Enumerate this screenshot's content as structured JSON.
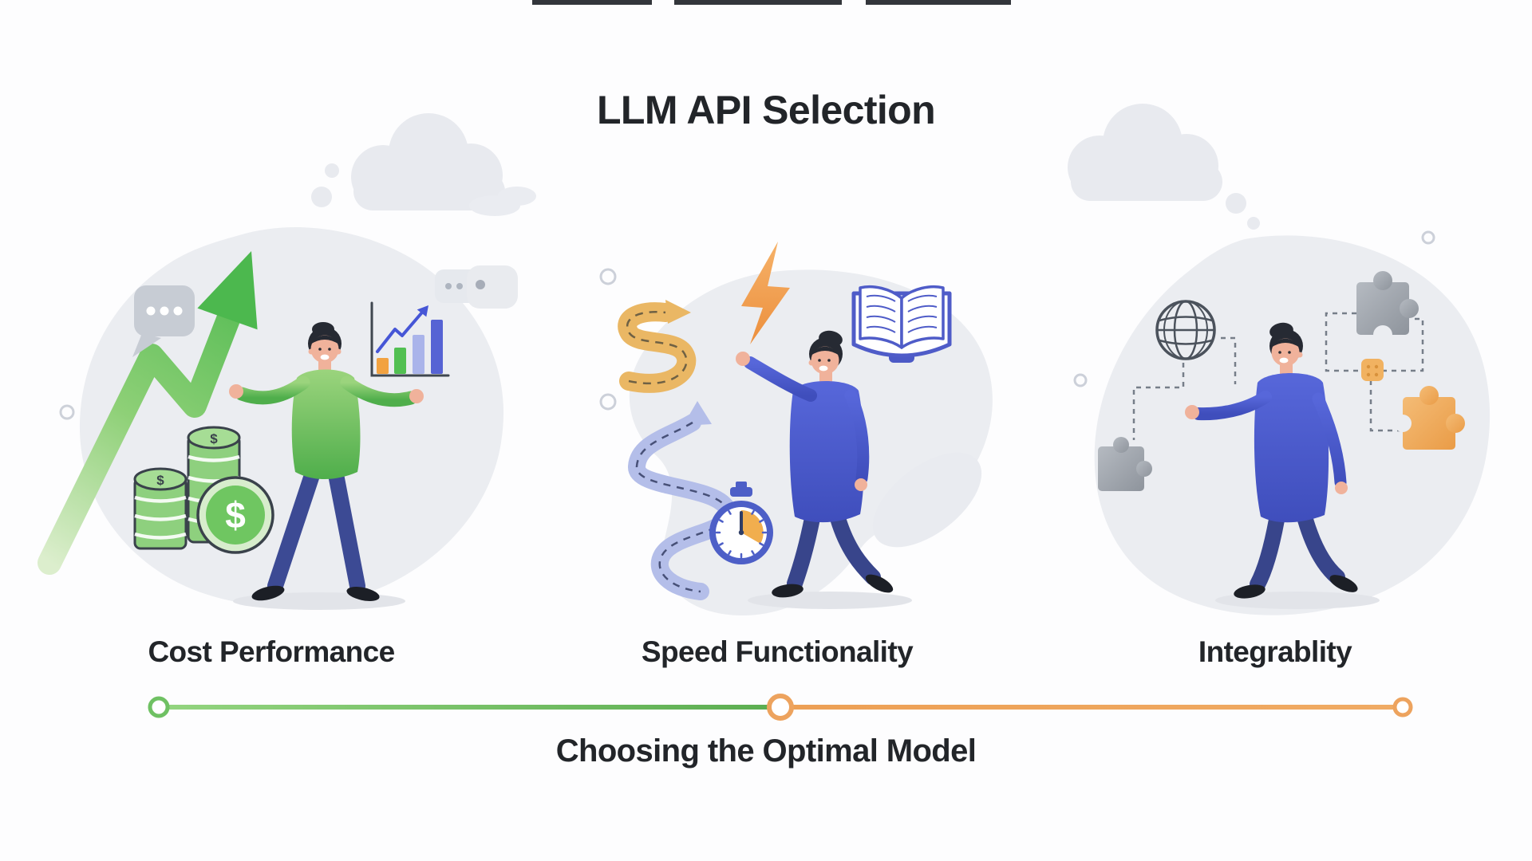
{
  "header": {
    "title": "LLM API Selection"
  },
  "panels": [
    {
      "id": "cost",
      "label": "Cost Performance",
      "icons": [
        "speech-bubble",
        "thought-cloud",
        "growth-arrow",
        "bar-chart",
        "coin-stacks",
        "dollar-coin",
        "person-green"
      ]
    },
    {
      "id": "speed",
      "label": "Speed Functionality",
      "icons": [
        "lightning-bolt",
        "s-curve-road",
        "winding-road",
        "stopwatch",
        "open-book",
        "person-blue"
      ]
    },
    {
      "id": "integration",
      "label": "Integrablity",
      "icons": [
        "thought-cloud",
        "globe",
        "puzzle-pieces",
        "dashed-connectors",
        "person-blue"
      ]
    }
  ],
  "timeline": {
    "caption": "Choosing the Optimal Model",
    "nodes": 3,
    "left_color": "#6fc163",
    "right_color": "#eda35e"
  },
  "symbols": {
    "dollar": "$"
  },
  "palette": {
    "text": "#222529",
    "green": "#4fb64c",
    "green_light": "#9bd47d",
    "orange": "#efa24d",
    "indigo": "#4f5cc8",
    "periwinkle": "#aab4ea",
    "blob_gray": "#ebedf1",
    "cloud_gray": "#e8eaef",
    "skin": "#f0b29b",
    "hair": "#262a33",
    "pants_navy": "#38458b"
  }
}
